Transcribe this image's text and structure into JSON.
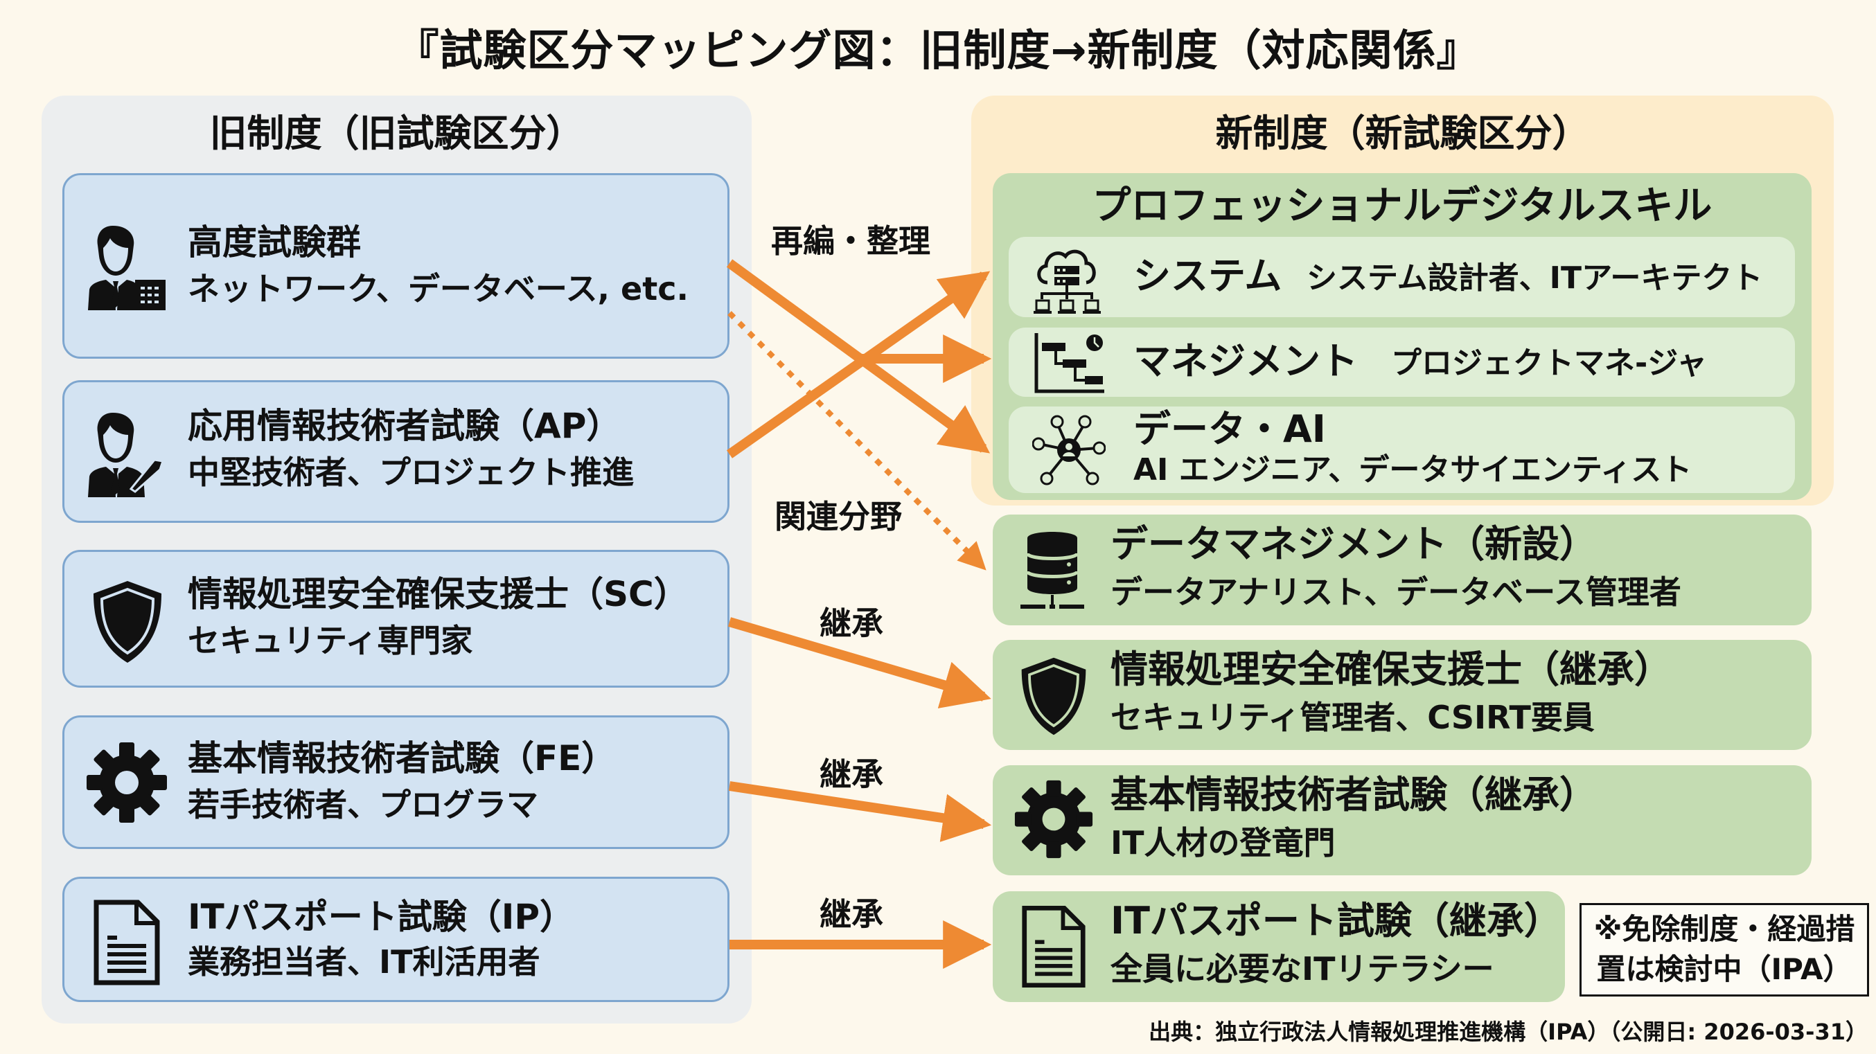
{
  "title": "『試験区分マッピング図：旧制度→新制度（対応関係』",
  "accent_color": "#ee8a33",
  "old_system": {
    "header": "旧制度（旧試験区分）",
    "items": [
      {
        "icon": "businessman-building-icon",
        "title": "高度試験群",
        "subtitle": "ネットワーク、データベース, etc."
      },
      {
        "icon": "businessman-pen-icon",
        "title": "応用情報技術者試験（AP）",
        "subtitle": "中堅技術者、プロジェクト推進"
      },
      {
        "icon": "shield-icon",
        "title": "情報処理安全確保支援士（SC）",
        "subtitle": "セキュリティ専門家"
      },
      {
        "icon": "gear-icon",
        "title": "基本情報技術者試験（FE）",
        "subtitle": "若手技術者、プログラマ"
      },
      {
        "icon": "document-icon",
        "title": "ITパスポート試験（IP）",
        "subtitle": "業務担当者、IT利活用者"
      }
    ]
  },
  "new_system": {
    "header": "新制度（新試験区分）",
    "professional": {
      "title": "プロフェッショナルデジタルスキル",
      "rows": [
        {
          "icon": "cloud-server-network-icon",
          "title": "システム",
          "subtitle": "システム設計者、ITアーキテクト"
        },
        {
          "icon": "gantt-chart-clock-icon",
          "title": "マネジメント",
          "subtitle": "プロジェクトマネ-ジャ"
        },
        {
          "icon": "people-network-icon",
          "title": "データ・AI",
          "subtitle": "AI エンジニア、データサイエンティスト"
        }
      ]
    },
    "items": [
      {
        "icon": "database-icon",
        "title": "データマネジメント（新設）",
        "subtitle": "データアナリスト、データベース管理者"
      },
      {
        "icon": "shield-icon",
        "title": "情報処理安全確保支援士（継承）",
        "subtitle": "セキュリティ管理者、CSIRT要員"
      },
      {
        "icon": "gear-icon",
        "title": "基本情報技術者試験（継承）",
        "subtitle": "IT人材の登竜門"
      },
      {
        "icon": "document-icon",
        "title": "ITパスポート試験（継承）",
        "subtitle": "全員に必要なITリテラシー"
      }
    ]
  },
  "connections": {
    "reorganize_label": "再編・整理",
    "related_label": "関連分野",
    "inherit_labels": [
      "継承",
      "継承",
      "継承"
    ]
  },
  "note": {
    "line1": "※免除制度・経過措",
    "line2": "置は検討中（IPA）"
  },
  "source": "出典：独立行政法人情報処理推進機構（IPA）（公開日: 2026-03-31）"
}
